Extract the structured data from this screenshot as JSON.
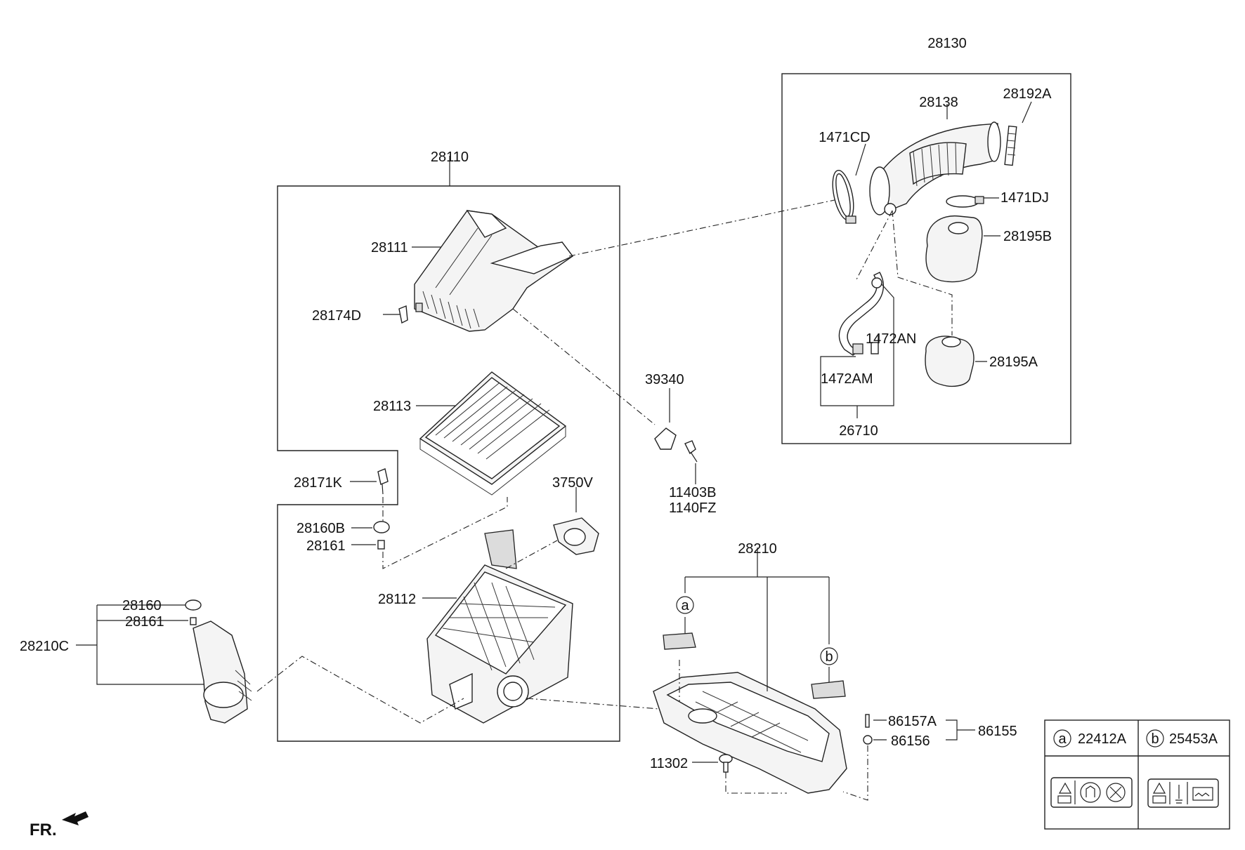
{
  "labels": {
    "p28130": "28130",
    "p28138": "28138",
    "p28192A": "28192A",
    "p1471CD": "1471CD",
    "p1471DJ": "1471DJ",
    "p28195B": "28195B",
    "p1472AN": "1472AN",
    "p1472AM": "1472AM",
    "p28195A": "28195A",
    "p26710": "26710",
    "p28110": "28110",
    "p28111": "28111",
    "p28174D": "28174D",
    "p28113": "28113",
    "p39340": "39340",
    "p11403B": "11403B",
    "p1140FZ": "1140FZ",
    "p28171K": "28171K",
    "p28160B": "28160B",
    "p28161": "28161",
    "p3750V": "3750V",
    "p28112": "28112",
    "p28160": "28160",
    "p28161b": "28161",
    "p28210C": "28210C",
    "p28210": "28210",
    "p86157A": "86157A",
    "p86155": "86155",
    "p86156": "86156",
    "p11302": "11302"
  },
  "markers": {
    "a": "a",
    "b": "b"
  },
  "legend": {
    "a_marker": "a",
    "a_label": "22412A",
    "b_marker": "b",
    "b_label": "25453A"
  },
  "orientation": {
    "text": "FR."
  }
}
